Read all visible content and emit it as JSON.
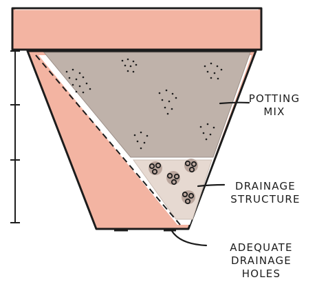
{
  "labels": {
    "potting_mix": [
      "POTTING",
      "MIX"
    ],
    "drainage_structure": [
      "DRAINAGE",
      "STRUCTURE"
    ],
    "drainage_holes": [
      "ADEQUATE",
      "DRAINAGE",
      "HOLES"
    ]
  },
  "colors": {
    "pot_terracotta": "#f3b4a2",
    "potting_mix": "#bfb2aa",
    "drainage_gravel": "#e6d9d1",
    "pebble": "#b9a59c",
    "ink": "#1c1c1c"
  },
  "diagram_parts": [
    "pot-rim",
    "pot-body",
    "potting-mix-fill",
    "drainage-layer",
    "drainage-pebbles",
    "drainage-holes",
    "height-scale-bar"
  ]
}
